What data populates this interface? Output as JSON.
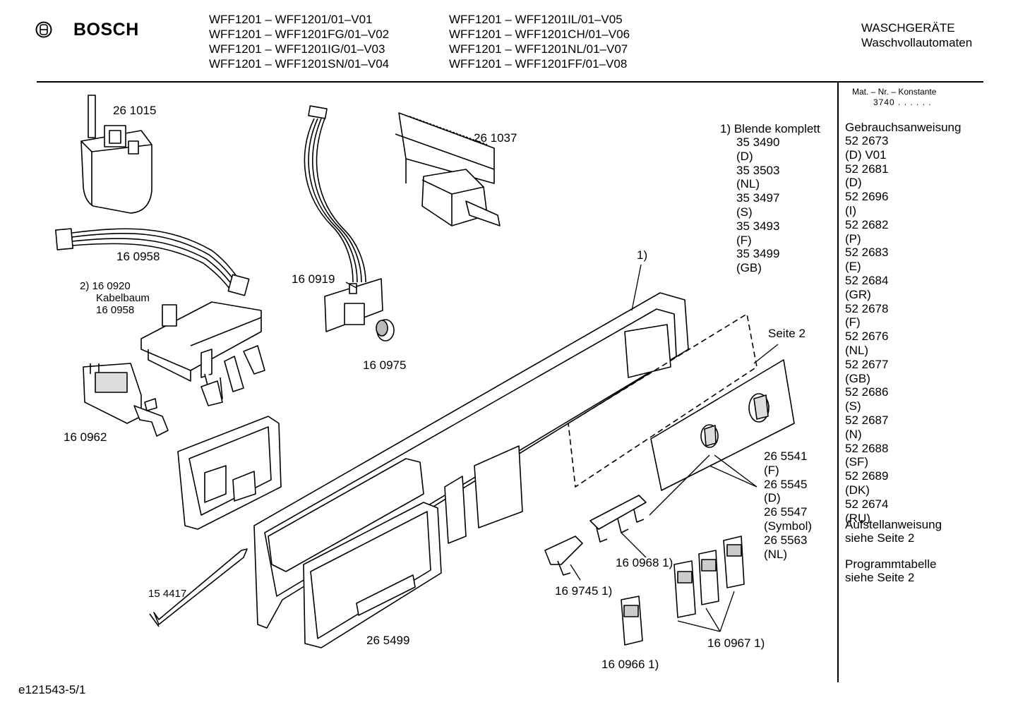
{
  "header": {
    "brand": "BOSCH",
    "models_col1": [
      "WFF1201 – WFF1201/01–V01",
      "WFF1201 – WFF1201FG/01–V02",
      "WFF1201 – WFF1201IG/01–V03",
      "WFF1201 – WFF1201SN/01–V04"
    ],
    "models_col2": [
      "WFF1201 – WFF1201IL/01–V05",
      "WFF1201 – WFF1201CH/01–V06",
      "WFF1201 – WFF1201NL/01–V07",
      "WFF1201 – WFF1201FF/01–V08"
    ],
    "category_line1": "WASCHGERÄTE",
    "category_line2": "Waschvollautomaten"
  },
  "sidebar": {
    "mat_label": "Mat. – Nr. – Konstante",
    "mat_value": "3740  .  .  .  .  .  .",
    "manual_title": "Gebrauchsanweisung",
    "manual_items": [
      "52 2673",
      "(D) V01",
      "52 2681",
      "(D)",
      "52 2696",
      "(I)",
      "52 2682",
      "(P)",
      "52 2683",
      "(E)",
      "52 2684",
      "(GR)",
      "52 2678",
      "(F)",
      "52 2676",
      "(NL)",
      "52 2677",
      "(GB)",
      "52 2686",
      "(S)",
      "52 2687",
      "(N)",
      "52 2688",
      "(SF)",
      "52 2689",
      "(DK)",
      "52 2674",
      "(RU)"
    ],
    "install_title": "Aufstellanweisung",
    "install_ref": "siehe Seite 2",
    "program_title": "Programmtabelle",
    "program_ref": "siehe Seite 2"
  },
  "blende": {
    "title": "1)  Blende komplett",
    "items": [
      "35 3490",
      "(D)",
      "35 3503",
      "(NL)",
      "35 3497",
      "(S)",
      "35 3493",
      "(F)",
      "35 3499",
      "(GB)"
    ]
  },
  "panel_variants": [
    "26 5541",
    "(F)",
    "26 5545",
    "(D)",
    "26 5547",
    "(Symbol)",
    "26 5563",
    "(NL)"
  ],
  "part_labels": {
    "p261015": "26 1015",
    "p160958": "16 0958",
    "p160920_a": "2) 16 0920",
    "p160920_b": "Kabelbaum",
    "p160920_c": "16 0958",
    "p160962": "16 0962",
    "p154417": "15 4417",
    "p160919": "16 0919",
    "p160975": "16 0975",
    "p261037": "26 1037",
    "p1": "1)",
    "seite2": "Seite 2",
    "p265499": "26 5499",
    "p169745": "16 9745 1)",
    "p160968": "16 0968 1)",
    "p160966": "16 0966 1)",
    "p160967": "16 0967 1)"
  },
  "footer": {
    "drawing_id": "e121543-5/1"
  }
}
